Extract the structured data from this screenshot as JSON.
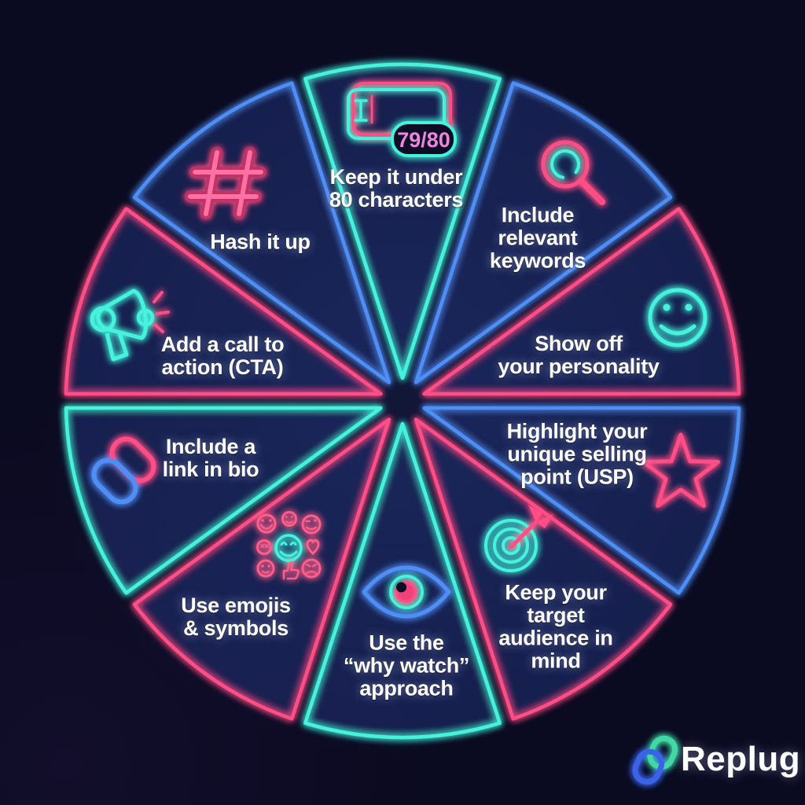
{
  "segments": [
    {
      "id": "keep-under-80",
      "label": "Keep it under\n80 characters",
      "icon": "text-input-icon",
      "color": "#45f3dd",
      "badge": "79/80"
    },
    {
      "id": "relevant-keywords",
      "label": "Include\nrelevant\nkeywords",
      "icon": "magnifier-icon",
      "color": "#4f8ef5"
    },
    {
      "id": "personality",
      "label": "Show off\nyour personality",
      "icon": "smiley-icon",
      "color": "#ff4d85"
    },
    {
      "id": "usp",
      "label": "Highlight your\nunique selling\npoint (USP)",
      "icon": "star-icon",
      "color": "#4f8ef5"
    },
    {
      "id": "target-audience",
      "label": "Keep your\ntarget\naudience in\nmind",
      "icon": "target-icon",
      "color": "#ff4d85"
    },
    {
      "id": "why-watch",
      "label": "Use the\n“why watch”\napproach",
      "icon": "eye-icon",
      "color": "#45f3dd"
    },
    {
      "id": "emojis",
      "label": "Use emojis\n& symbols",
      "icon": "emoji-grid-icon",
      "color": "#ff4d85"
    },
    {
      "id": "link-in-bio",
      "label": "Include a\nlink in bio",
      "icon": "chain-link-icon",
      "color": "#45f3dd"
    },
    {
      "id": "cta",
      "label": "Add a call to\naction (CTA)",
      "icon": "megaphone-icon",
      "color": "#ff4d85"
    },
    {
      "id": "hash-it-up",
      "label": "Hash it up",
      "icon": "hashtag-icon",
      "color": "#4f8ef5"
    }
  ],
  "logo": {
    "text": "Replug"
  },
  "colors": {
    "background": "#0a0a20",
    "cyan": "#45f3dd",
    "blue": "#4f8ef5",
    "pink": "#ff4d85",
    "badge_text": "#ea86dc",
    "text": "#ffffff"
  }
}
